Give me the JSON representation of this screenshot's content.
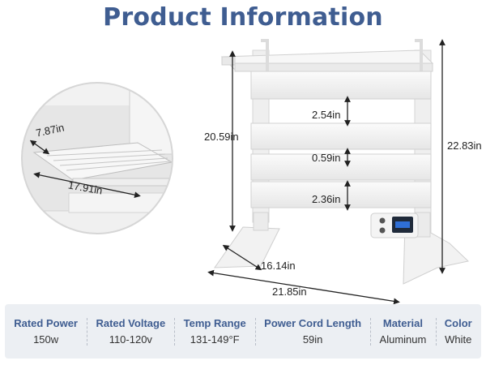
{
  "title": "Product Information",
  "dimensions": {
    "overall_height": "20.59in",
    "frame_height": "22.83in",
    "gap_top": "2.54in",
    "bar_thickness": "0.59in",
    "gap_bottom": "2.36in",
    "foot_depth": "16.14in",
    "overall_width": "21.85in",
    "shelf_depth": "7.87in",
    "shelf_width": "17.91in"
  },
  "specs": [
    {
      "name": "Rated Power",
      "value": "150w"
    },
    {
      "name": "Rated Voltage",
      "value": "110-120v"
    },
    {
      "name": "Temp Range",
      "value": "131-149°F"
    },
    {
      "name": "Power Cord Length",
      "value": "59in"
    },
    {
      "name": "Material",
      "value": "Aluminum"
    },
    {
      "name": "Color",
      "value": "White"
    }
  ],
  "colors": {
    "title": "#3f5d91",
    "spec_bar": "#eceff3",
    "rack": "#f4f4f4",
    "rack_shadow": "#d9d9d9",
    "display": "#2f6fd6"
  },
  "icons": [
    "towel-rack-illustration",
    "shelf-zoom-illustration",
    "control-panel-icon"
  ]
}
